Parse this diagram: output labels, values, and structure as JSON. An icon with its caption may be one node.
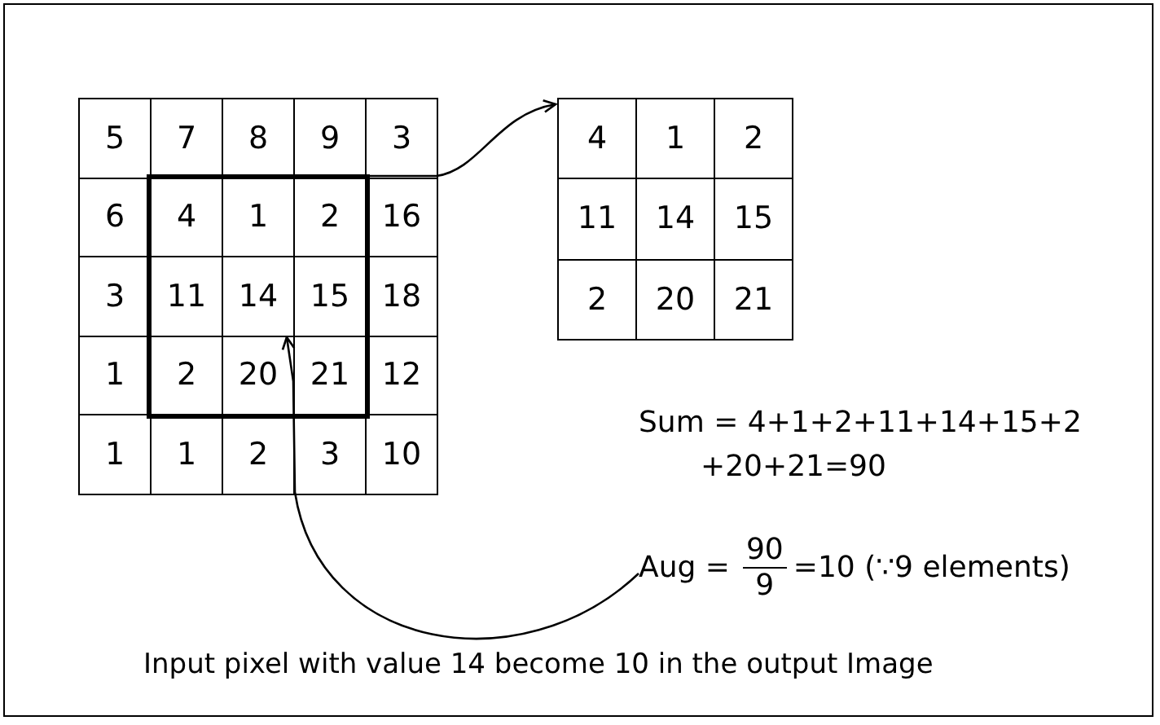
{
  "diagram": {
    "caption": "Input pixel with value 14 become 10 in the output Image",
    "nodes": [
      {
        "text": [],
        "shape": "box"
      },
      {
        "text": [],
        "shape": "box",
        "in": 0
      },
      {
        "text": [
          "5"
        ],
        "in": 0
      },
      {
        "text": [
          "7"
        ],
        "in": 0
      },
      {
        "text": [
          "8"
        ],
        "in": 0
      },
      {
        "text": [
          "9"
        ],
        "in": 0
      },
      {
        "text": [
          "3"
        ],
        "in": 0
      },
      {
        "text": [
          "6"
        ],
        "in": 0
      },
      {
        "text": [
          "4"
        ],
        "in": 1
      },
      {
        "text": [
          "1"
        ],
        "in": 1
      },
      {
        "text": [
          "2"
        ],
        "in": 1
      },
      {
        "text": [
          "16"
        ],
        "in": 0
      },
      {
        "text": [
          "3"
        ],
        "in": 0
      },
      {
        "text": [
          "11"
        ],
        "in": 1
      },
      {
        "text": [
          "14"
        ],
        "in": 1
      },
      {
        "text": [
          "15"
        ],
        "in": 1
      },
      {
        "text": [
          "18"
        ],
        "in": 0
      },
      {
        "text": [
          "1"
        ],
        "in": 0
      },
      {
        "text": [
          "2"
        ],
        "in": 1
      },
      {
        "text": [
          "20"
        ],
        "in": 1
      },
      {
        "text": [
          "21"
        ],
        "in": 1
      },
      {
        "text": [
          "12"
        ],
        "in": 0
      },
      {
        "text": [
          "1"
        ],
        "in": 0
      },
      {
        "text": [
          "1"
        ],
        "in": 0
      },
      {
        "text": [
          "2"
        ],
        "in": 0
      },
      {
        "text": [
          "3"
        ],
        "in": 0
      },
      {
        "text": [
          "10"
        ],
        "in": 0
      },
      {
        "text": [],
        "shape": "box"
      },
      {
        "text": [
          "4"
        ],
        "in": 27
      },
      {
        "text": [
          "1"
        ],
        "in": 27
      },
      {
        "text": [
          "2"
        ],
        "in": 27
      },
      {
        "text": [
          "11"
        ],
        "in": 27
      },
      {
        "text": [
          "14"
        ],
        "in": 27
      },
      {
        "text": [
          "15"
        ],
        "in": 27
      },
      {
        "text": [
          "2"
        ],
        "in": 27
      },
      {
        "text": [
          "20"
        ],
        "in": 27
      },
      {
        "text": [
          "21"
        ],
        "in": 27
      },
      {
        "text": [
          "Aug =",
          "90",
          "9",
          "=10 (∵9 elements)"
        ]
      }
    ],
    "edges": [
      {
        "from": 1,
        "to": 27,
        "arrow": "to"
      },
      {
        "from": 37,
        "to": 14,
        "arrow": "to"
      }
    ],
    "labels": [
      "Sum = 4+1+2+11+14+15+2 +20+21=90"
    ]
  }
}
